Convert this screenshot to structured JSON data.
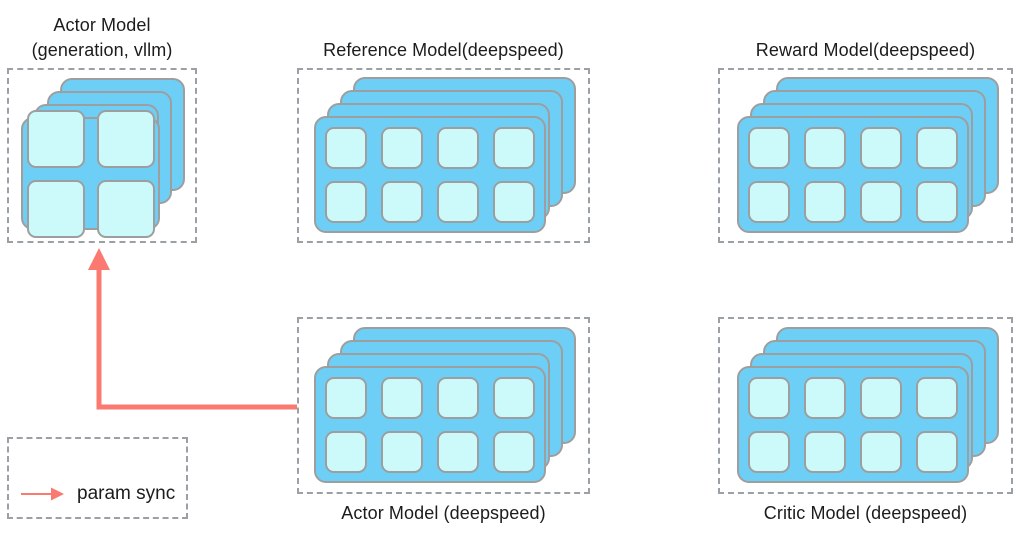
{
  "diagram": {
    "title": "RLHF model placement diagram",
    "background": "#ffffff",
    "colors": {
      "card_fill": "#6ECFF6",
      "card_border": "#9e9e9e",
      "cell_fill": "#CCFAFA",
      "cell_border": "#9e9e9e",
      "group_border": "#9aa0a6",
      "arrow": "#FA7A72",
      "text": "#1c1c1c"
    },
    "groups": [
      {
        "id": "actor-vllm",
        "label": "Actor Model\n(generation, vllm)",
        "label_position": "above",
        "grid": "2x2",
        "cells": 4,
        "cards": 4
      },
      {
        "id": "reference",
        "label": "Reference Model(deepspeed)",
        "label_position": "above",
        "grid": "2x4",
        "cells": 8,
        "cards": 4
      },
      {
        "id": "reward",
        "label": "Reward Model(deepspeed)",
        "label_position": "above",
        "grid": "2x4",
        "cells": 8,
        "cards": 4
      },
      {
        "id": "actor-deepspeed",
        "label": "Actor Model (deepspeed)",
        "label_position": "below",
        "grid": "2x4",
        "cells": 8,
        "cards": 4
      },
      {
        "id": "critic",
        "label": "Critic Model (deepspeed)",
        "label_position": "below",
        "grid": "2x4",
        "cells": 8,
        "cards": 4
      }
    ],
    "connector": {
      "name": "param-sync-arrow",
      "from": "actor-deepspeed",
      "to": "actor-vllm",
      "color": "#FA7A72"
    },
    "legend": {
      "label": "param sync",
      "arrow_color": "#FA7A72"
    }
  }
}
